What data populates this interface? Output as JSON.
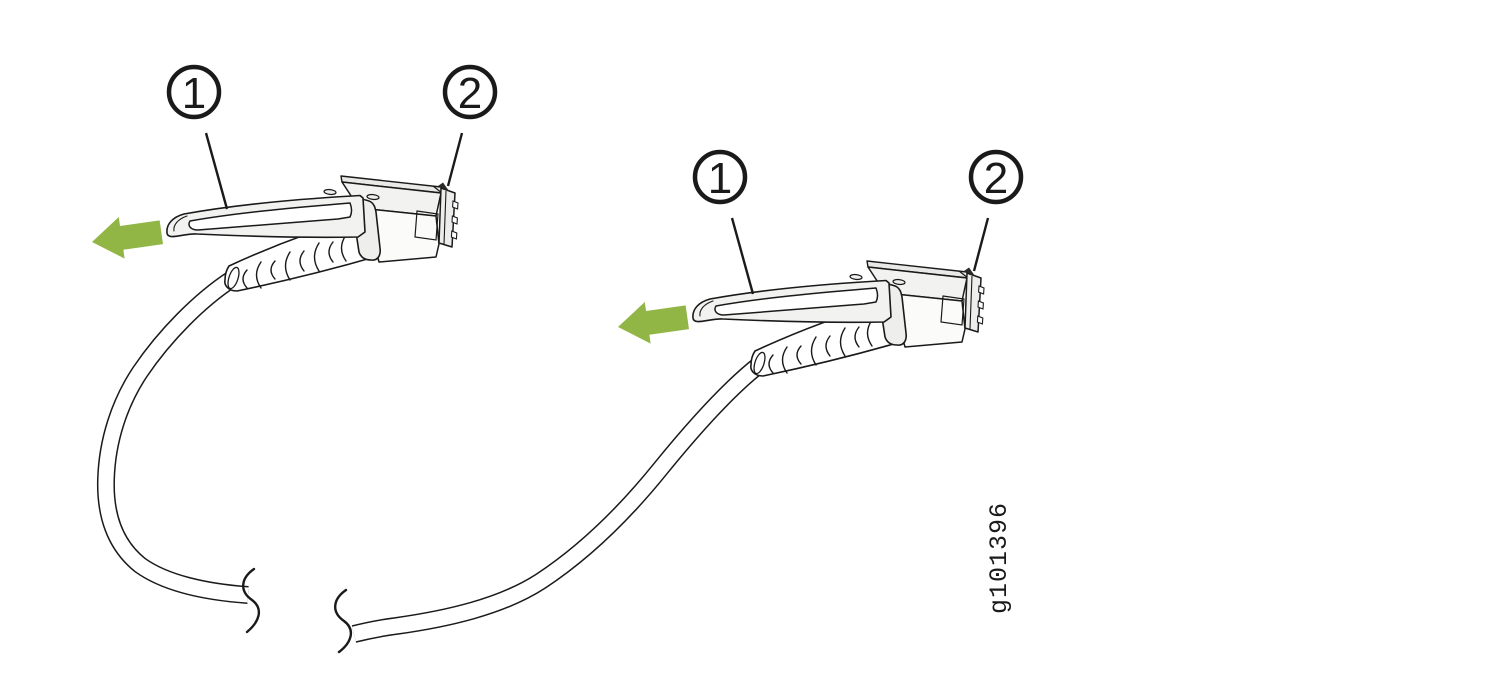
{
  "figure": {
    "id_label": "g101396",
    "colors": {
      "background": "#ffffff",
      "line": "#1a1a1a",
      "arrow_green": "#92B646",
      "connector_light_fill": "#f2f2f0",
      "connector_side_fill": "#fbfbf9",
      "cable_fill": "#ffffff"
    }
  },
  "callouts": {
    "pull_tab": "1",
    "connector_end": "2"
  }
}
